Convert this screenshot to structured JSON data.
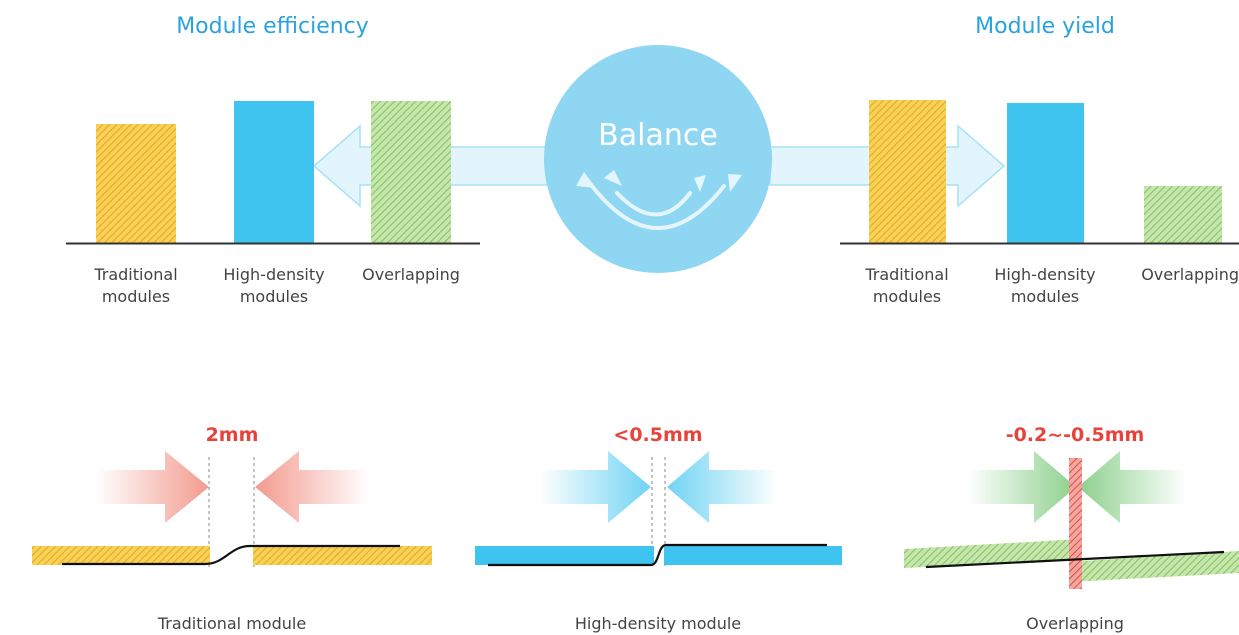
{
  "colors": {
    "traditional": "#f5c230",
    "high_density": "#3fc3ef",
    "overlapping": "#8fcc6a",
    "gap_label": "#e8433b",
    "title": "#2aa3dc",
    "balance_circle": "#8fd6f3"
  },
  "efficiency": {
    "title": "Module efficiency",
    "labels": [
      "Traditional\nmodules",
      "High-density\nmodules",
      "Overlapping"
    ]
  },
  "balance": {
    "label": "Balance"
  },
  "yield": {
    "title": "Module yield",
    "labels": [
      "Traditional\nmodules",
      "High-density\nmodules",
      "Overlapping"
    ]
  },
  "cross_sections": [
    {
      "gap": "2mm",
      "caption": "Traditional module"
    },
    {
      "gap": "<0.5mm",
      "caption": "High-density module"
    },
    {
      "gap": "-0.2~-0.5mm",
      "caption": "Overlapping"
    }
  ]
}
